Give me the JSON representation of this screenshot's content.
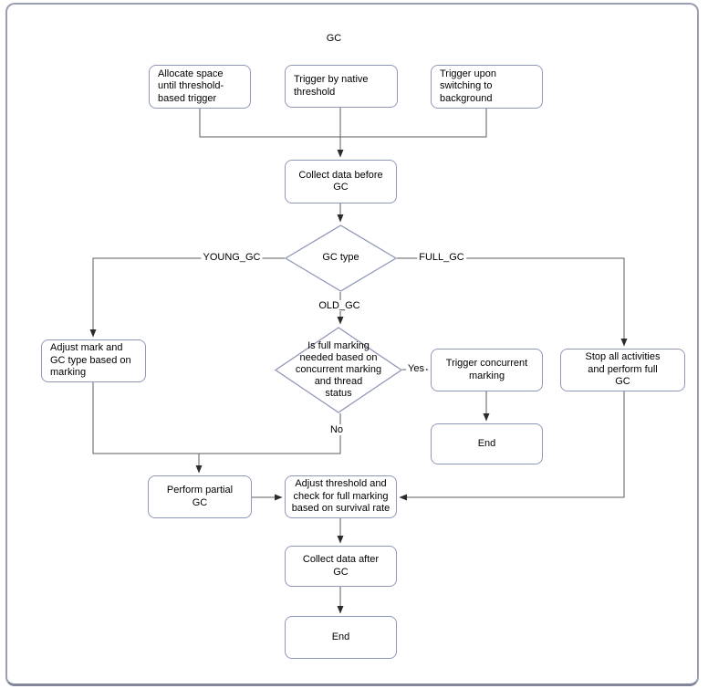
{
  "title": "GC",
  "nodes": {
    "allocate": {
      "label": "Allocate space\nuntil threshold-\nbased trigger"
    },
    "native_threshold": {
      "label": "Trigger by native\nthreshold"
    },
    "switch_background": {
      "label": "Trigger upon\nswitching to\nbackground"
    },
    "collect_before": {
      "label": "Collect data before\nGC"
    },
    "gc_type": {
      "label": "GC type"
    },
    "adjust_mark": {
      "label": "Adjust mark and\nGC type based on\nmarking"
    },
    "full_marking_check": {
      "label": "Is full marking\nneeded based on\nconcurrent marking\nand thread\nstatus"
    },
    "trigger_concurrent": {
      "label": "Trigger concurrent\nmarking"
    },
    "stop_all": {
      "label": "Stop all activities\nand perform full\nGC"
    },
    "end_concurrent": {
      "label": "End"
    },
    "perform_partial": {
      "label": "Perform partial\nGC"
    },
    "adjust_threshold": {
      "label": "Adjust threshold and\ncheck for full marking\nbased on survival rate"
    },
    "collect_after": {
      "label": "Collect data after\nGC"
    },
    "end_final": {
      "label": "End"
    }
  },
  "edge_labels": {
    "young_gc": "YOUNG_GC",
    "full_gc": "FULL_GC",
    "old_gc": "OLD_GC",
    "yes": "Yes",
    "no": "No"
  },
  "colors": {
    "shape-border": "#9097b8",
    "line": "#5e5e5e",
    "arrow": "#2b2b2b",
    "frame-border": "#9a9eb1",
    "frame-border-bottom": "#82869b",
    "text": "#000000",
    "background": "#ffffff"
  }
}
